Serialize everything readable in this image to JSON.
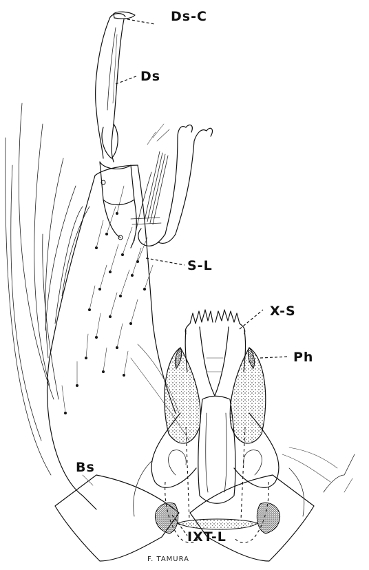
{
  "labels": {
    "ds_c": "Ds-C",
    "ds": "Ds",
    "s_l": "S-L",
    "x_s": "X-S",
    "ph": "Ph",
    "bs": "Bs",
    "ixt_l": "IXT-L"
  },
  "signature": "F. TAMURA"
}
